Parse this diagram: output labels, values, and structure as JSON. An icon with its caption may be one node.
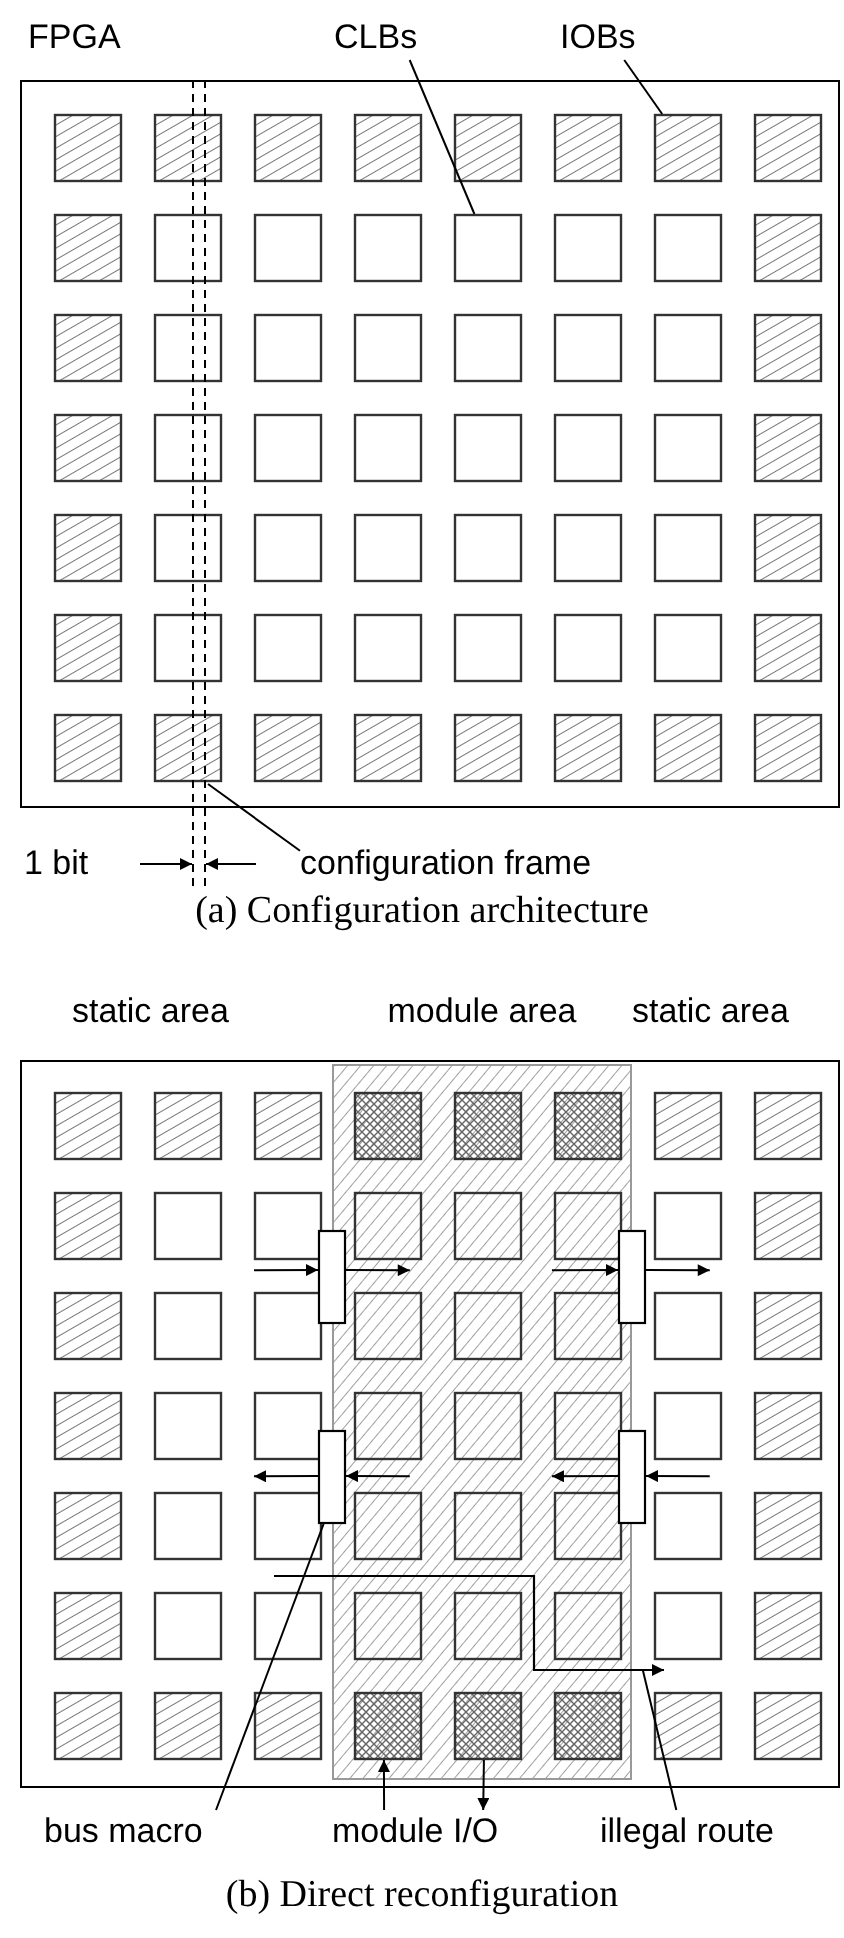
{
  "diagram": {
    "nodes": [
      {
        "text": [
          "FPGA"
        ]
      },
      {
        "text": [
          "CLBs"
        ]
      },
      {
        "text": [
          "IOBs"
        ]
      },
      {
        "text": [],
        "shape": "box",
        "in": 0
      },
      {
        "text": [],
        "shape": "box",
        "in": 0
      },
      {
        "text": [],
        "shape": "box",
        "in": 0
      },
      {
        "text": [],
        "shape": "box",
        "in": 0
      },
      {
        "text": [],
        "shape": "box",
        "in": 0
      },
      {
        "text": [],
        "shape": "box",
        "in": 0
      },
      {
        "text": [],
        "shape": "box",
        "in": 0
      },
      {
        "text": [],
        "shape": "box",
        "in": 0
      },
      {
        "text": [],
        "shape": "box",
        "in": 0
      },
      {
        "text": [],
        "shape": "box",
        "in": 0
      },
      {
        "text": [],
        "shape": "box",
        "in": 0
      },
      {
        "text": [],
        "shape": "box",
        "in": 0
      },
      {
        "text": [],
        "shape": "box",
        "in": 0
      },
      {
        "text": [],
        "shape": "box",
        "in": 0
      },
      {
        "text": [],
        "shape": "box",
        "in": 0
      },
      {
        "text": [],
        "shape": "box",
        "in": 0
      },
      {
        "text": [],
        "shape": "box",
        "in": 0
      },
      {
        "text": [],
        "shape": "box",
        "in": 0
      },
      {
        "text": [],
        "shape": "box",
        "in": 0
      },
      {
        "text": [],
        "shape": "box",
        "in": 0
      },
      {
        "text": [],
        "shape": "box",
        "in": 0
      },
      {
        "text": [],
        "shape": "box",
        "in": 0
      },
      {
        "text": [],
        "shape": "box",
        "in": 0
      },
      {
        "text": [],
        "shape": "box",
        "in": 0
      },
      {
        "text": [],
        "shape": "box",
        "in": 0
      },
      {
        "text": [],
        "shape": "box",
        "in": 0
      },
      {
        "text": [],
        "shape": "box",
        "in": 0
      },
      {
        "text": [],
        "shape": "box",
        "in": 0
      },
      {
        "text": [],
        "shape": "box",
        "in": 0
      },
      {
        "text": [],
        "shape": "box",
        "in": 0
      },
      {
        "text": [],
        "shape": "box",
        "in": 0
      },
      {
        "text": [],
        "shape": "box",
        "in": 0
      },
      {
        "text": [],
        "shape": "box",
        "in": 0
      },
      {
        "text": [],
        "shape": "box",
        "in": 0
      },
      {
        "text": [],
        "shape": "box",
        "in": 0
      },
      {
        "text": [],
        "shape": "box",
        "in": 0
      },
      {
        "text": [],
        "shape": "box",
        "in": 0
      },
      {
        "text": [],
        "shape": "box",
        "in": 0
      },
      {
        "text": [],
        "shape": "box",
        "in": 0
      },
      {
        "text": [],
        "shape": "box",
        "in": 0
      },
      {
        "text": [],
        "shape": "box",
        "in": 0
      },
      {
        "text": [],
        "shape": "box",
        "in": 0
      },
      {
        "text": [],
        "shape": "box",
        "in": 0
      },
      {
        "text": [],
        "shape": "box",
        "in": 0
      },
      {
        "text": [],
        "shape": "box",
        "in": 0
      },
      {
        "text": [],
        "shape": "box",
        "in": 0
      },
      {
        "text": [],
        "shape": "box",
        "in": 0
      },
      {
        "text": [],
        "shape": "box",
        "in": 0
      },
      {
        "text": [],
        "shape": "box",
        "in": 0
      },
      {
        "text": [],
        "shape": "box",
        "in": 0
      },
      {
        "text": [],
        "shape": "box",
        "in": 0
      },
      {
        "text": [],
        "shape": "box",
        "in": 0
      },
      {
        "text": [],
        "shape": "box",
        "in": 0
      },
      {
        "text": [],
        "shape": "box",
        "in": 0
      },
      {
        "text": [],
        "shape": "box",
        "in": 0
      },
      {
        "text": [],
        "shape": "box",
        "in": 0
      },
      {
        "text": [],
        "shape": "box",
        "in": 0
      },
      {
        "text": [
          "configuration frame"
        ]
      },
      {
        "text": [],
        "shape": "box"
      },
      {
        "text": [
          "module area"
        ],
        "in": 61
      },
      {
        "text": [],
        "shape": "box",
        "in": 61
      },
      {
        "text": [],
        "shape": "box",
        "in": 61
      },
      {
        "text": [],
        "shape": "box",
        "in": 61
      },
      {
        "text": [],
        "shape": "box",
        "in": 62
      },
      {
        "text": [],
        "shape": "box",
        "in": 62
      },
      {
        "text": [],
        "shape": "box",
        "in": 62
      },
      {
        "text": [],
        "shape": "box",
        "in": 61
      },
      {
        "text": [],
        "shape": "box",
        "in": 61
      },
      {
        "text": [],
        "shape": "box",
        "in": 61
      },
      {
        "text": [],
        "shape": "box",
        "in": 61
      },
      {
        "text": [],
        "shape": "box",
        "in": 61
      },
      {
        "text": [],
        "shape": "box",
        "in": 62
      },
      {
        "text": [],
        "shape": "box",
        "in": 62
      },
      {
        "text": [],
        "shape": "box",
        "in": 62
      },
      {
        "text": [],
        "shape": "box",
        "in": 61
      },
      {
        "text": [],
        "shape": "box",
        "in": 61
      },
      {
        "text": [],
        "shape": "box",
        "in": 61
      },
      {
        "text": [],
        "shape": "box",
        "in": 61
      },
      {
        "text": [],
        "shape": "box",
        "in": 61
      },
      {
        "text": [],
        "shape": "box",
        "in": 62
      },
      {
        "text": [],
        "shape": "box",
        "in": 62
      },
      {
        "text": [],
        "shape": "box",
        "in": 62
      },
      {
        "text": [],
        "shape": "box",
        "in": 61
      },
      {
        "text": [],
        "shape": "box",
        "in": 61
      },
      {
        "text": [],
        "shape": "box",
        "in": 61
      },
      {
        "text": [],
        "shape": "box",
        "in": 61
      },
      {
        "text": [],
        "shape": "box",
        "in": 61
      },
      {
        "text": [],
        "shape": "box",
        "in": 62
      },
      {
        "text": [],
        "shape": "box",
        "in": 62
      },
      {
        "text": [],
        "shape": "box",
        "in": 62
      },
      {
        "text": [],
        "shape": "box",
        "in": 61
      },
      {
        "text": [],
        "shape": "box",
        "in": 61
      },
      {
        "text": [],
        "shape": "box",
        "in": 61
      },
      {
        "text": [],
        "shape": "box",
        "in": 61
      },
      {
        "text": [],
        "shape": "box",
        "in": 61
      },
      {
        "text": [],
        "shape": "box",
        "in": 62
      },
      {
        "text": [],
        "shape": "box",
        "in": 62
      },
      {
        "text": [],
        "shape": "box",
        "in": 62
      },
      {
        "text": [],
        "shape": "box",
        "in": 61
      },
      {
        "text": [],
        "shape": "box",
        "in": 61
      },
      {
        "text": [],
        "shape": "box",
        "in": 61
      },
      {
        "text": [],
        "shape": "box",
        "in": 61
      },
      {
        "text": [],
        "shape": "box",
        "in": 61
      },
      {
        "text": [],
        "shape": "box"
      },
      {
        "text": [],
        "shape": "box"
      },
      {
        "text": [],
        "shape": "box"
      },
      {
        "text": [],
        "shape": "box",
        "in": 61
      },
      {
        "text": [],
        "shape": "box",
        "in": 61
      },
      {
        "text": [],
        "shape": "box",
        "in": 61
      },
      {
        "text": [],
        "shape": "box",
        "in": 61
      },
      {
        "text": [],
        "shape": "box",
        "in": 61
      },
      {
        "text": [],
        "shape": "box",
        "in": 62
      },
      {
        "text": [],
        "shape": "box",
        "in": 62
      },
      {
        "text": [],
        "shape": "box",
        "in": 62
      },
      {
        "text": [],
        "shape": "box",
        "in": 61
      },
      {
        "text": [],
        "shape": "box",
        "in": 61
      },
      {
        "text": [],
        "shape": "box",
        "in": 61
      },
      {
        "text": [],
        "shape": "box",
        "in": 61
      },
      {
        "text": [],
        "shape": "box",
        "in": 61
      },
      {
        "text": [],
        "shape": "box",
        "in": 61
      },
      {
        "text": [
          "bus macro"
        ]
      },
      {
        "text": [
          "module I/O"
        ]
      },
      {
        "text": [],
        "shape": "line",
        "in": 61
      },
      {
        "text": [
          "illegal route"
        ]
      }
    ],
    "edges": [
      {
        "from": 1,
        "to": 15,
        "arrow": "none"
      },
      {
        "from": 2,
        "to": 9,
        "arrow": "none"
      },
      {
        "from": 60,
        "to": 59,
        "arrow": "none"
      },
      {
        "from": 123,
        "to": 121,
        "arrow": "none"
      },
      {
        "from": 124,
        "to": 114,
        "arrow": "to"
      },
      {
        "from": 115,
        "to": 124,
        "arrow": "to"
      },
      {
        "from": 126,
        "to": 125,
        "arrow": "none"
      },
      {
        "from": 73,
        "to": 119,
        "arrow": "to"
      },
      {
        "from": 119,
        "to": 74,
        "arrow": "to"
      },
      {
        "from": 76,
        "to": 120,
        "arrow": "to"
      },
      {
        "from": 120,
        "to": 77,
        "arrow": "to"
      },
      {
        "from": 90,
        "to": 121,
        "arrow": "to"
      },
      {
        "from": 121,
        "to": 89,
        "arrow": "to"
      },
      {
        "from": 93,
        "to": 122,
        "arrow": "to"
      },
      {
        "from": 122,
        "to": 92,
        "arrow": "to"
      }
    ],
    "labels": [
      "1 bit",
      "(a) Configuration architecture",
      "static area",
      "static area",
      "(b) Direct reconfiguration"
    ]
  }
}
